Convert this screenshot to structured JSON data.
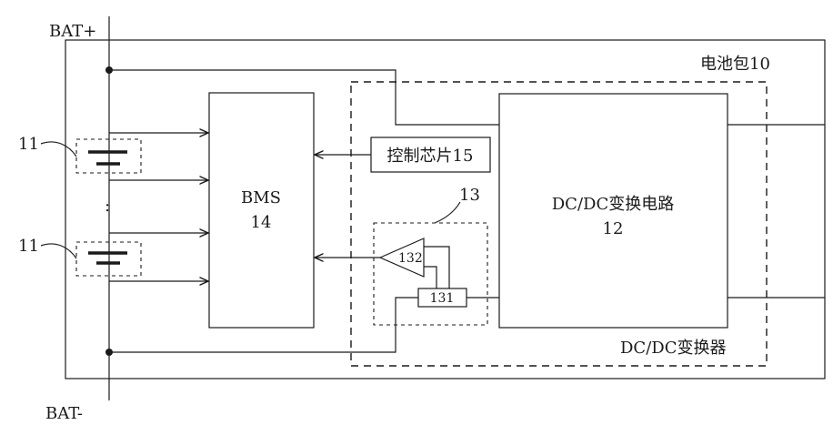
{
  "labels": {
    "bat_plus": "BAT+",
    "bat_minus": "BAT-",
    "battery_pack": "电池包10",
    "bms_name": "BMS",
    "bms_num": "14",
    "control_chip": "控制芯片15",
    "dcdc_circuit_name": "DC/DC变换电路",
    "dcdc_circuit_num": "12",
    "dcdc_converter": "DC/DC变换器",
    "sensing_module": "13",
    "amplifier": "132",
    "sensor": "131",
    "cell_top": "11",
    "cell_bottom": "11",
    "ellipsis": ":"
  }
}
